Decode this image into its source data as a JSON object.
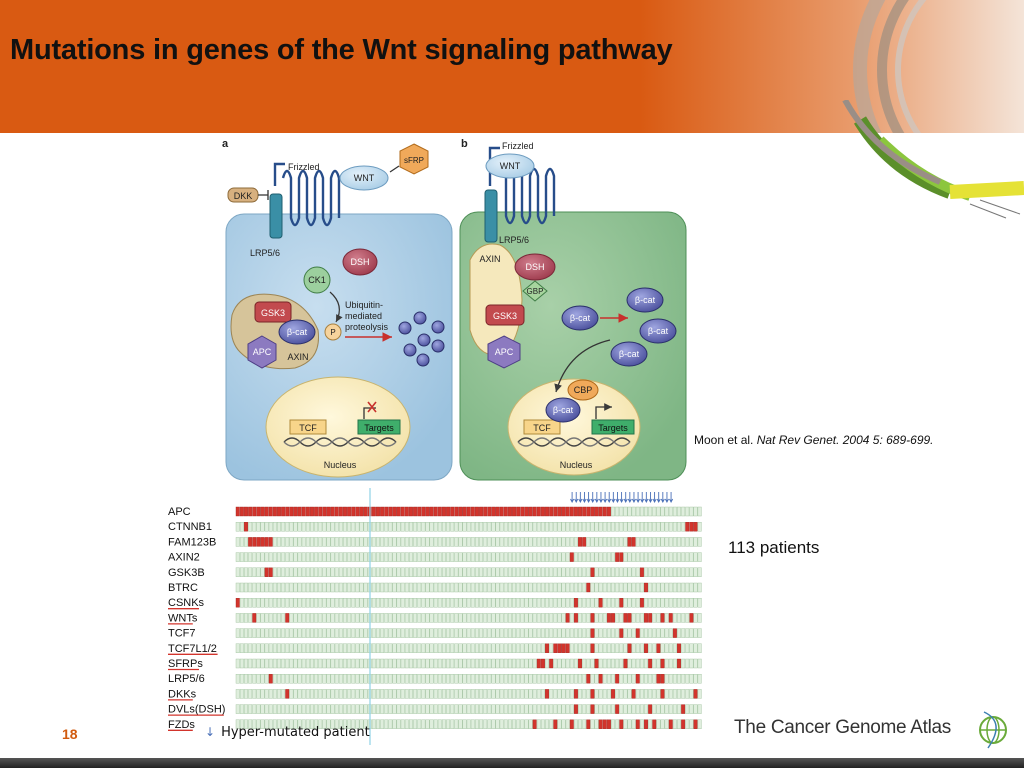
{
  "slide": {
    "title": "Mutations in genes of the Wnt signaling pathway",
    "number": "18",
    "colors": {
      "header": "#d95a12",
      "slide_number": "#d15b0f"
    }
  },
  "panel_a": {
    "letter": "a",
    "labels": {
      "frizzled": "Frizzled",
      "wnt": "WNT",
      "sfrp": "sFRP",
      "dkk": "DKK",
      "lrp": "LRP5/6",
      "dsh": "DSH",
      "ck1": "CK1",
      "gsk3": "GSK3",
      "bcat": "β-cat",
      "p": "P",
      "apc": "APC",
      "axin": "AXIN",
      "ubiq1": "Ubiquitin-",
      "ubiq2": "mediated",
      "ubiq3": "proteolysis",
      "tcf": "TCF",
      "targets": "Targets",
      "nucleus": "Nucleus"
    }
  },
  "panel_b": {
    "letter": "b",
    "labels": {
      "frizzled": "Frizzled",
      "wnt": "WNT",
      "lrp": "LRP5/6",
      "axin": "AXIN",
      "dsh": "DSH",
      "gbp": "GBP",
      "gsk3": "GSK3",
      "apc": "APC",
      "bcat": "β-cat",
      "cbp": "CBP",
      "tcf": "TCF",
      "targets": "Targets",
      "nucleus": "Nucleus"
    }
  },
  "citation": {
    "authors": "Moon et al.",
    "reference": "Nat Rev Genet. 2004 5: 689-699."
  },
  "mutation_grid": {
    "patient_count_label": "113 patients",
    "patients": 113,
    "hyper_mutated_legend": "Hyper-mutated patient",
    "genes": [
      {
        "name": "APC",
        "underlined": false,
        "mutated": [
          0,
          1,
          2,
          3,
          4,
          5,
          6,
          7,
          8,
          9,
          10,
          11,
          12,
          13,
          14,
          15,
          16,
          17,
          18,
          19,
          20,
          21,
          22,
          23,
          24,
          25,
          26,
          27,
          28,
          29,
          30,
          31,
          32,
          33,
          34,
          35,
          36,
          37,
          38,
          39,
          40,
          41,
          42,
          43,
          44,
          45,
          46,
          47,
          48,
          49,
          50,
          51,
          52,
          53,
          54,
          55,
          56,
          57,
          58,
          59,
          60,
          61,
          62,
          63,
          64,
          65,
          66,
          67,
          68,
          69,
          70,
          71,
          72,
          73,
          74,
          75,
          76,
          77,
          78,
          79,
          80,
          81,
          82,
          83,
          84,
          85,
          86,
          87,
          88,
          89,
          90
        ]
      },
      {
        "name": "CTNNB1",
        "underlined": false,
        "mutated": [
          2,
          109,
          110,
          111
        ]
      },
      {
        "name": "FAM123B",
        "underlined": false,
        "mutated": [
          3,
          4,
          5,
          6,
          7,
          8,
          83,
          84,
          95,
          96
        ]
      },
      {
        "name": "AXIN2",
        "underlined": false,
        "mutated": [
          81,
          92,
          93
        ]
      },
      {
        "name": "GSK3B",
        "underlined": false,
        "mutated": [
          7,
          8,
          86,
          98
        ]
      },
      {
        "name": "BTRC",
        "underlined": false,
        "mutated": [
          85,
          99
        ]
      },
      {
        "name": "CSNKs",
        "underlined": true,
        "mutated": [
          0,
          82,
          88,
          93,
          98
        ]
      },
      {
        "name": "WNTs",
        "underlined": true,
        "mutated": [
          4,
          12,
          80,
          82,
          86,
          90,
          91,
          94,
          95,
          99,
          100,
          103,
          105,
          110
        ]
      },
      {
        "name": "TCF7",
        "underlined": false,
        "mutated": [
          86,
          93,
          97,
          106
        ]
      },
      {
        "name": "TCF7L1/2",
        "underlined": true,
        "mutated": [
          75,
          77,
          78,
          79,
          80,
          86,
          95,
          99,
          102,
          107
        ]
      },
      {
        "name": "SFRPs",
        "underlined": true,
        "mutated": [
          73,
          74,
          76,
          83,
          87,
          94,
          100,
          103,
          107
        ]
      },
      {
        "name": "LRP5/6",
        "underlined": false,
        "mutated": [
          8,
          85,
          88,
          92,
          97,
          102,
          103
        ]
      },
      {
        "name": "DKKs",
        "underlined": true,
        "mutated": [
          12,
          75,
          82,
          86,
          91,
          96,
          103,
          111
        ]
      },
      {
        "name": "DVLs(DSH)",
        "underlined": true,
        "mutated": [
          82,
          86,
          92,
          100,
          108
        ]
      },
      {
        "name": "FZDs",
        "underlined": true,
        "mutated": [
          72,
          77,
          81,
          85,
          88,
          89,
          90,
          93,
          97,
          99,
          101,
          105,
          108,
          111
        ]
      }
    ],
    "hyper_mutated_patients": [
      81,
      82,
      83,
      84,
      85,
      86,
      87,
      88,
      89,
      90,
      91,
      92,
      93,
      94,
      95,
      96,
      97,
      98,
      99,
      100,
      101,
      102,
      103,
      104,
      105
    ],
    "colors": {
      "mutated": "#d2342c",
      "wildtype": "#dfeedd",
      "hyper_arrow": "#4a70b8"
    }
  },
  "logo": {
    "text": "The Cancer Genome Atlas"
  }
}
